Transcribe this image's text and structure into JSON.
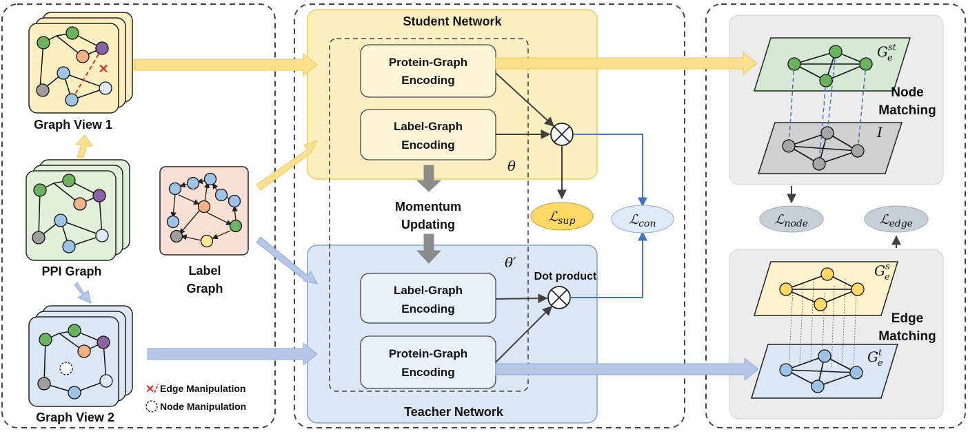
{
  "inputs": {
    "graph_view_1": "Graph View 1",
    "ppi_graph": "PPI Graph",
    "graph_view_2": "Graph View 2",
    "label_graph_line1": "Label",
    "label_graph_line2": "Graph",
    "legend_edge": "Edge Manipulation",
    "legend_node": "Node Manipulation"
  },
  "student": {
    "title": "Student Network",
    "protein_line1": "Protein-Graph",
    "protein_line2": "Encoding",
    "label_line1": "Label-Graph",
    "label_line2": "Encoding",
    "theta": "θ"
  },
  "momentum": {
    "line1": "Momentum",
    "line2": "Updating"
  },
  "teacher": {
    "title": "Teacher Network",
    "label_line1": "Label-Graph",
    "label_line2": "Encoding",
    "protein_line1": "Protein-Graph",
    "protein_line2": "Encoding",
    "theta_prime": "θ′",
    "dot_product": "Dot product"
  },
  "losses": {
    "sup_main": "ℒ",
    "sup_sub": "sup",
    "con_main": "ℒ",
    "con_sub": "con",
    "node_main": "ℒ",
    "node_sub": "node",
    "edge_main": "ℒ",
    "edge_sub": "edge"
  },
  "matching": {
    "node_line1": "Node",
    "node_line2": "Matching",
    "edge_line1": "Edge",
    "edge_line2": "Matching",
    "g_st_base": "G",
    "g_st_sub": "e",
    "g_st_sup": "st",
    "identity": "I",
    "g_s_base": "G",
    "g_s_sub": "e",
    "g_s_sup": "s",
    "g_t_base": "G",
    "g_t_sub": "e",
    "g_t_sup": "t"
  },
  "colors": {
    "yellow_panel": "#fdefc0",
    "blue_panel": "#dbe7f5",
    "yellow_arrow": "#fbe18d",
    "blue_arrow": "#b4c7e7",
    "green_node": "#6bb35e",
    "purple_node": "#8a63a6",
    "orange_node": "#f4b183",
    "blue_node": "#9dc3e6",
    "gray_node": "#9e9e9e",
    "yellow_node": "#ffe699"
  }
}
